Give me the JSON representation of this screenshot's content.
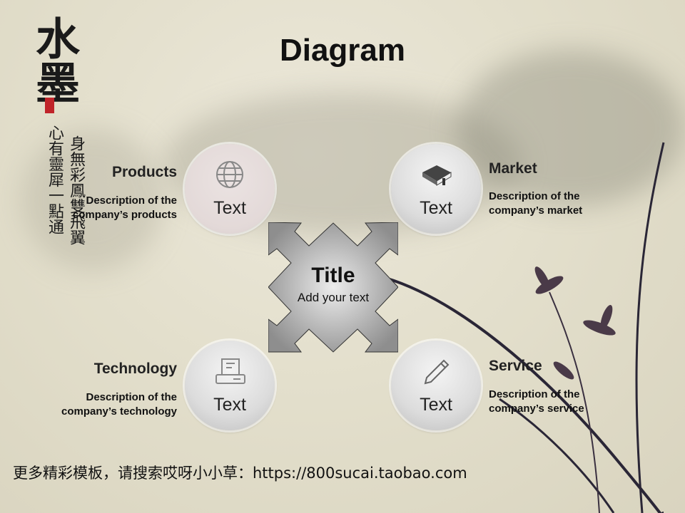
{
  "slide_title": "Diagram",
  "logo": {
    "main": "水墨",
    "line1": "身無彩鳳雙飛翼",
    "line2": "心有靈犀一點通"
  },
  "center": {
    "title": "Title",
    "subtitle": "Add your text"
  },
  "items": [
    {
      "heading": "Products",
      "desc1": "Description of the",
      "desc2": "company’s products",
      "circle_text": "Text",
      "icon": "globe-icon"
    },
    {
      "heading": "Market",
      "desc1": "Description of the",
      "desc2": "company’s market",
      "circle_text": "Text",
      "icon": "book-icon"
    },
    {
      "heading": "Technology",
      "desc1": "Description of the",
      "desc2": "company’s technology",
      "circle_text": "Text",
      "icon": "printer-icon"
    },
    {
      "heading": "Service",
      "desc1": "Description of the",
      "desc2": "company’s service",
      "circle_text": "Text",
      "icon": "pencil-icon"
    }
  ],
  "footer": "更多精彩模板，请搜索哎呀小小草：https://800sucai.taobao.com"
}
